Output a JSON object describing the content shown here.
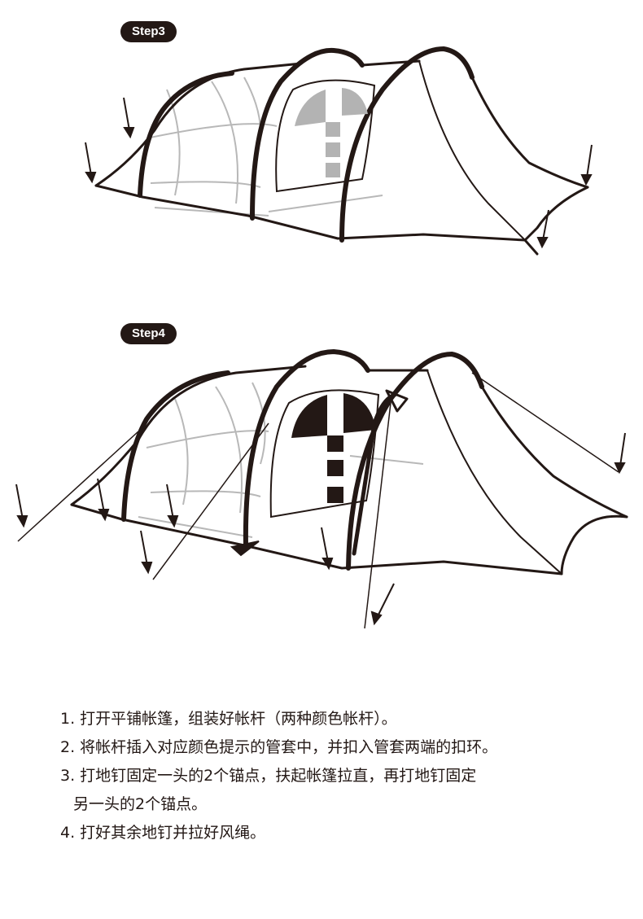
{
  "steps": [
    {
      "label": "Step3"
    },
    {
      "label": "Step4"
    }
  ],
  "instructions": [
    "1. 打开平铺帐篷，组装好帐杆（两种颜色帐杆）。",
    "2. 将帐杆插入对应颜色提示的管套中，并扣入管套两端的扣环。",
    "3. 打地钉固定一头的2个锚点，扶起帐篷拉直，再打地钉固定",
    "另一头的2个锚点。",
    "4. 打好其余地钉并拉好风绳。"
  ],
  "colors": {
    "outline": "#231815",
    "inner_lines": "#b8b8b8",
    "window_panel": "#b3b3b3",
    "badge_bg": "#231815",
    "badge_text": "#ffffff"
  }
}
